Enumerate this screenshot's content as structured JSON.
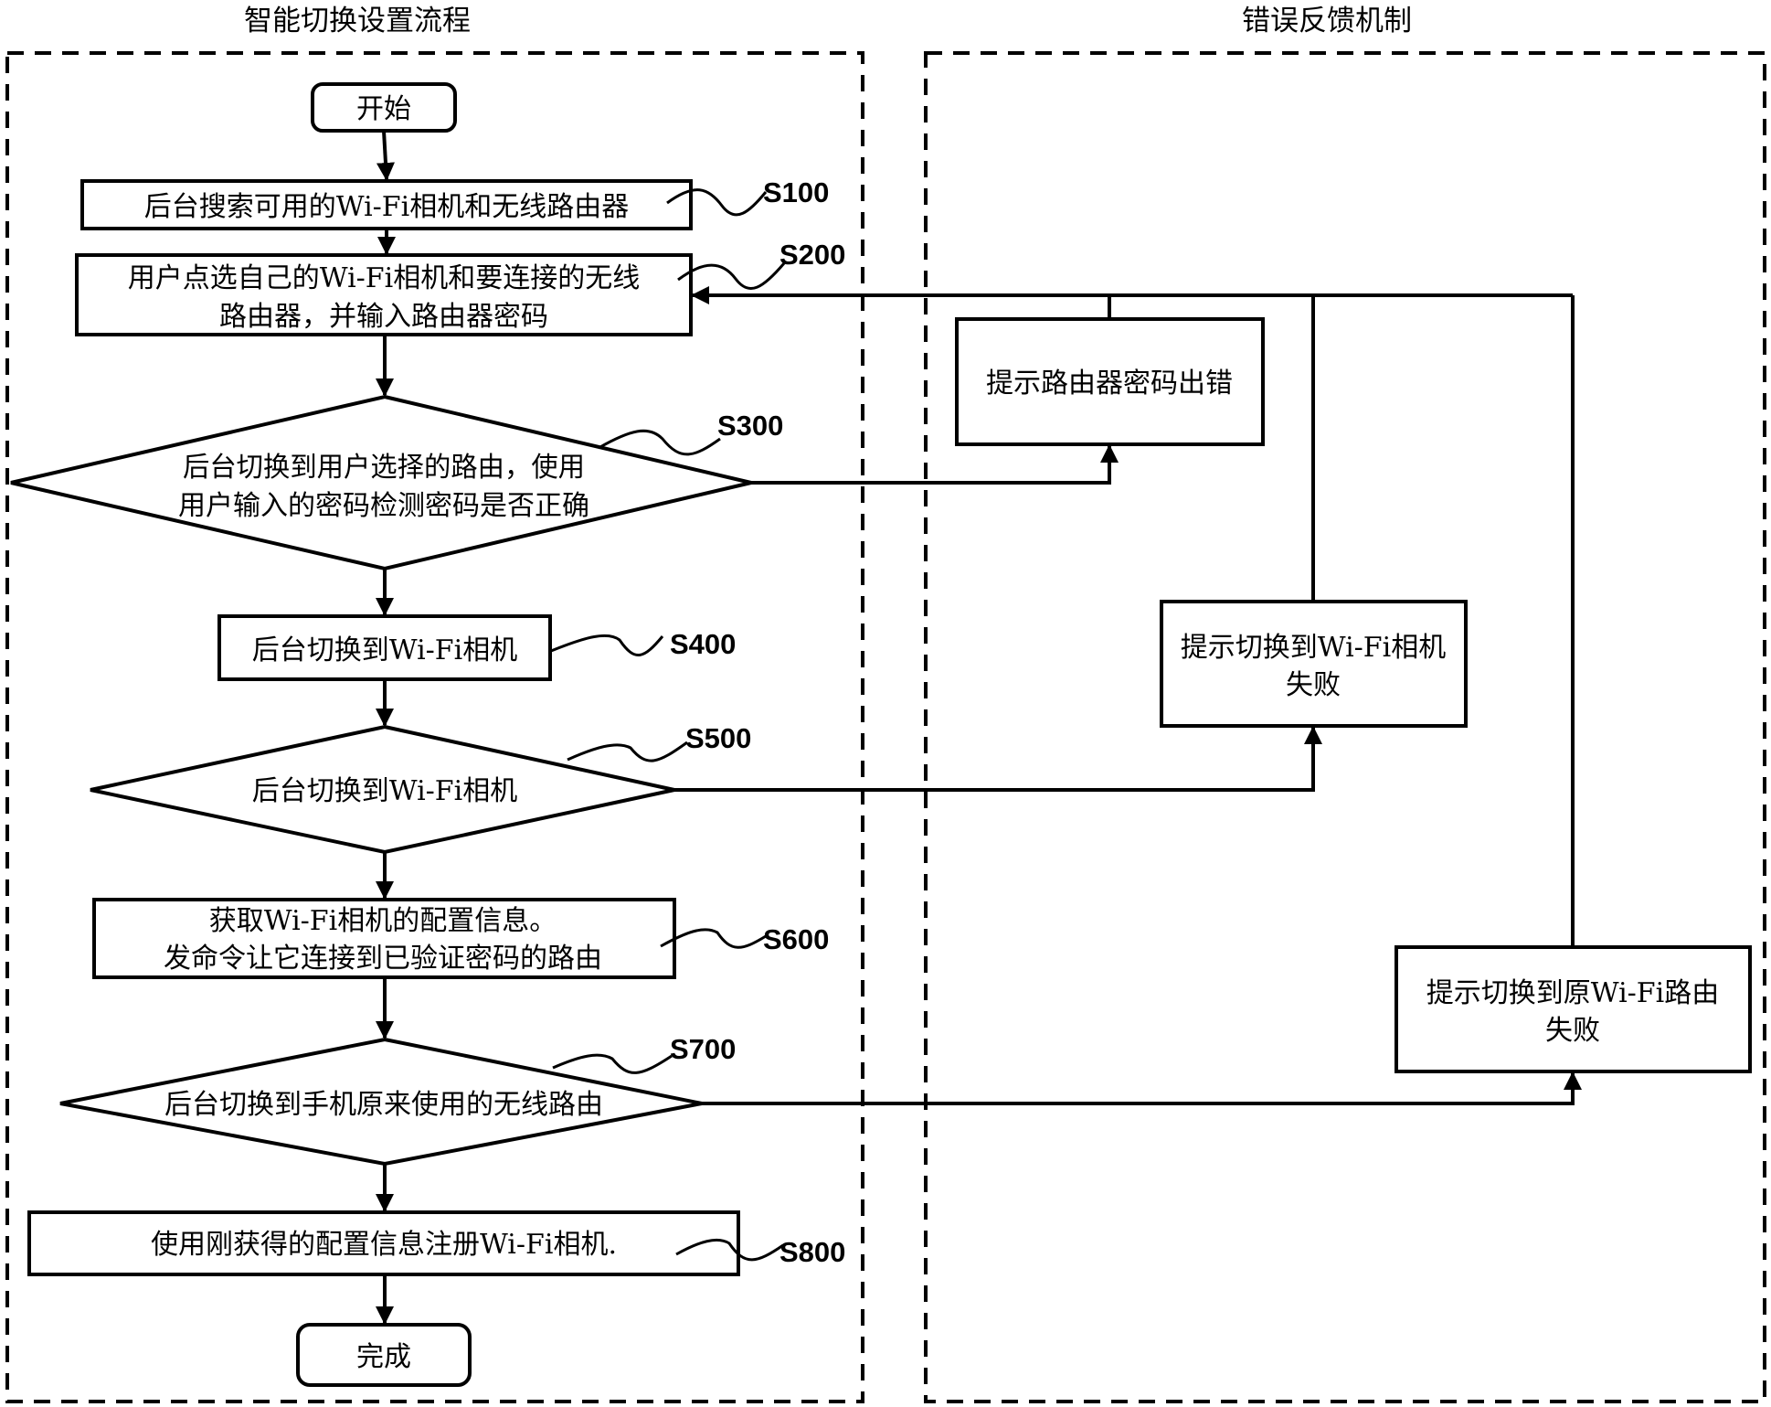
{
  "panels": {
    "left_title": "智能切换设置流程",
    "right_title": "错误反馈机制"
  },
  "flow": {
    "start": "开始",
    "end": "完成",
    "steps": [
      {
        "id": "S100",
        "type": "process",
        "lines": [
          "后台搜索可用的Wi-Fi相机和无线路由器"
        ]
      },
      {
        "id": "S200",
        "type": "process",
        "lines": [
          "用户点选自己的Wi-Fi相机和要连接的无线",
          "路由器，并输入路由器密码"
        ]
      },
      {
        "id": "S300",
        "type": "decision",
        "lines": [
          "后台切换到用户选择的路由，使用",
          "用户输入的密码检测密码是否正确"
        ]
      },
      {
        "id": "S400",
        "type": "process",
        "lines": [
          "后台切换到Wi-Fi相机"
        ]
      },
      {
        "id": "S500",
        "type": "decision",
        "lines": [
          "后台切换到Wi-Fi相机"
        ]
      },
      {
        "id": "S600",
        "type": "process",
        "lines": [
          "获取Wi-Fi相机的配置信息。",
          "发命令让它连接到已验证密码的路由"
        ]
      },
      {
        "id": "S700",
        "type": "decision",
        "lines": [
          "后台切换到手机原来使用的无线路由"
        ]
      },
      {
        "id": "S800",
        "type": "process",
        "lines": [
          "使用刚获得的配置信息注册Wi-Fi相机."
        ]
      }
    ]
  },
  "errors": [
    {
      "from": "S300",
      "lines": [
        "提示路由器密码出错"
      ]
    },
    {
      "from": "S500",
      "lines": [
        "提示切换到Wi-Fi相机",
        "失败"
      ]
    },
    {
      "from": "S700",
      "lines": [
        "提示切换到原Wi-Fi路由",
        "失败"
      ]
    }
  ],
  "feedback_target": "S200"
}
